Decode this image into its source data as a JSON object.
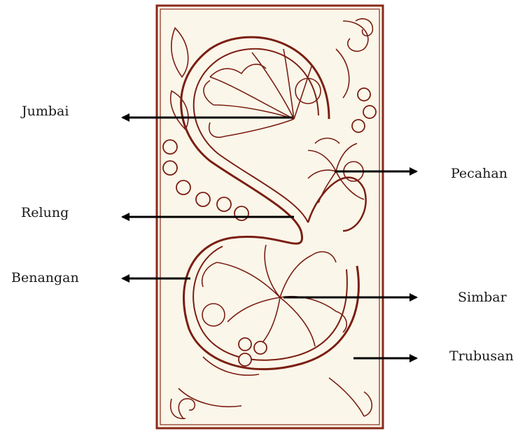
{
  "labels": {
    "jumbai": "Jumbai",
    "relung": "Relung",
    "benangan": "Benangan",
    "pecahan": "Pecahan",
    "simbar": "Simbar",
    "trubusan": "Trubusan"
  },
  "colors": {
    "ornament_line": "#7a1f12",
    "panel_fill": "#fbf6ea",
    "frame": "#8a2a1a",
    "arrow": "#000000"
  }
}
